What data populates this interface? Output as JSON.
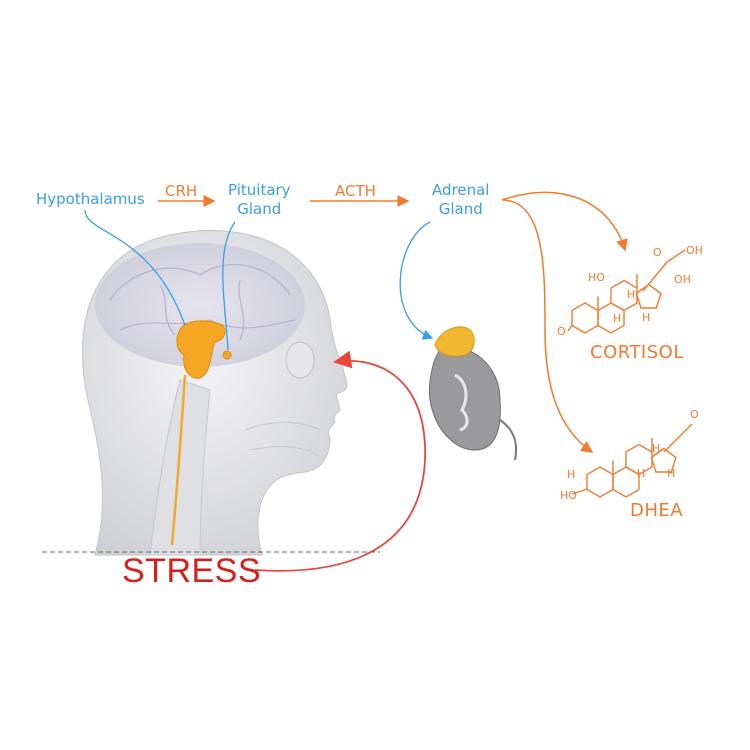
{
  "labels": {
    "hypothalamus": "Hypothalamus",
    "crh": "CRH",
    "pituitary_line1": "Pituitary",
    "pituitary_line2": "Gland",
    "acth": "ACTH",
    "adrenal_line1": "Adrenal",
    "adrenal_line2": "Gland",
    "cortisol": "CORTISOL",
    "dhea": "DHEA",
    "stress": "STRESS"
  },
  "cortisol_atoms": {
    "o_ketone": "O",
    "o_side": "O",
    "oh_side": "OH",
    "ho_11": "HO",
    "oh_17": "OH",
    "h8": "H",
    "h9": "H",
    "h14": "H"
  },
  "dhea_atoms": {
    "o17": "O",
    "h3": "H",
    "ho3": "HO",
    "h8": "H",
    "h9": "H",
    "h14": "H"
  },
  "colors": {
    "blue": "#3a9ee6",
    "orange": "#f07a30",
    "red": "#d4201c",
    "gland": "#f5a623"
  }
}
